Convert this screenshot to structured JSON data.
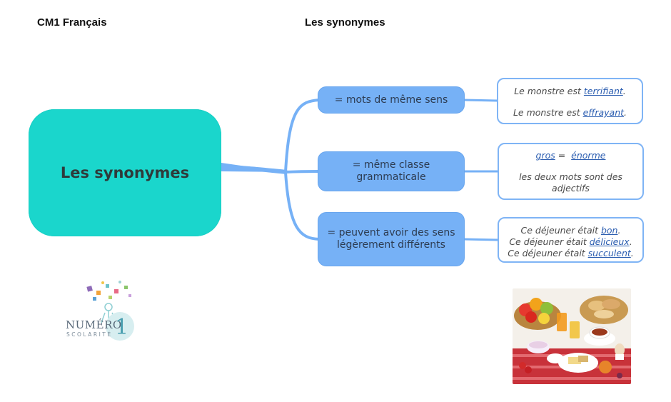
{
  "header": {
    "left": "CM1 Français",
    "right": "Les synonymes"
  },
  "central": {
    "label": "Les synonymes"
  },
  "branches": [
    {
      "label": "= mots de même sens"
    },
    {
      "label": "= même classe grammaticale"
    },
    {
      "label": "= peuvent avoir des sens légèrement différents"
    }
  ],
  "leaves": {
    "l1a_prefix": "Le monstre est ",
    "l1a_word": "terrifiant",
    "l1b_prefix": "Le monstre est ",
    "l1b_word": "effrayant",
    "l2_word_a": "gros",
    "l2_equal": " = ",
    "l2_word_b": "énorme",
    "l2_note": "les deux mots sont des adjectifs",
    "l3a_prefix": "Ce déjeuner était ",
    "l3a_word": "bon",
    "l3b_prefix": "Ce déjeuner était ",
    "l3b_word": "délicieux",
    "l3c_prefix": "Ce déjeuner était ",
    "l3c_word": "succulent",
    "dot": "."
  },
  "logo": {
    "line1": "NUMÉRO",
    "number": "1",
    "line2": "SCOLARITÉ"
  },
  "colors": {
    "central": "#1ad6cc",
    "branch": "#76b1f6",
    "leaf_border": "#7fb4f5",
    "link": "#76b1f6"
  },
  "icons": {
    "logo": "numero-1-scolarite-logo",
    "photo": "breakfast-photo"
  }
}
